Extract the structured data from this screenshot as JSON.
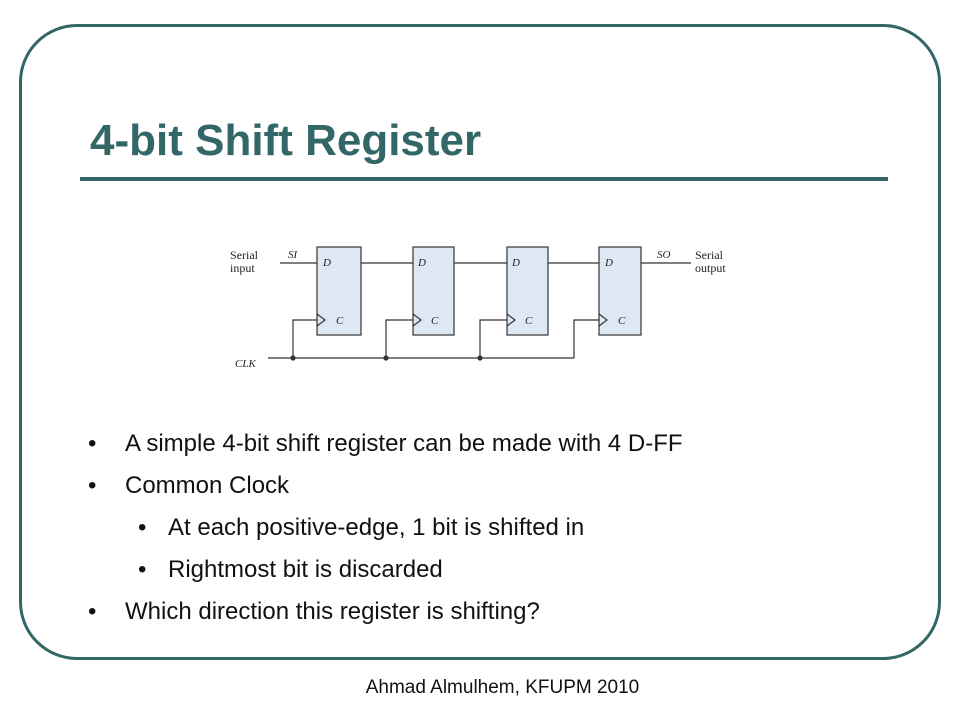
{
  "slide": {
    "title": "4-bit Shift Register",
    "footer": "Ahmad Almulhem, KFUPM 2010"
  },
  "diagram": {
    "input_label_line1": "Serial",
    "input_label_line2": "input",
    "si_label": "SI",
    "output_label_line1": "Serial",
    "output_label_line2": "output",
    "so_label": "SO",
    "clk_label": "CLK",
    "flip_flops": [
      {
        "d_label": "D",
        "c_label": "C"
      },
      {
        "d_label": "D",
        "c_label": "C"
      },
      {
        "d_label": "D",
        "c_label": "C"
      },
      {
        "d_label": "D",
        "c_label": "C"
      }
    ]
  },
  "bullets": [
    {
      "level": 1,
      "text": "A simple 4-bit shift register can be made with 4 D-FF"
    },
    {
      "level": 1,
      "text": "Common Clock"
    },
    {
      "level": 2,
      "text": "At each positive-edge, 1 bit is shifted in"
    },
    {
      "level": 2,
      "text": "Rightmost bit is discarded"
    },
    {
      "level": 1,
      "text": "Which direction this register is shifting?"
    }
  ],
  "colors": {
    "accent": "#336666",
    "circuit_fill": "#dde8f4",
    "circuit_stroke": "#333333"
  }
}
